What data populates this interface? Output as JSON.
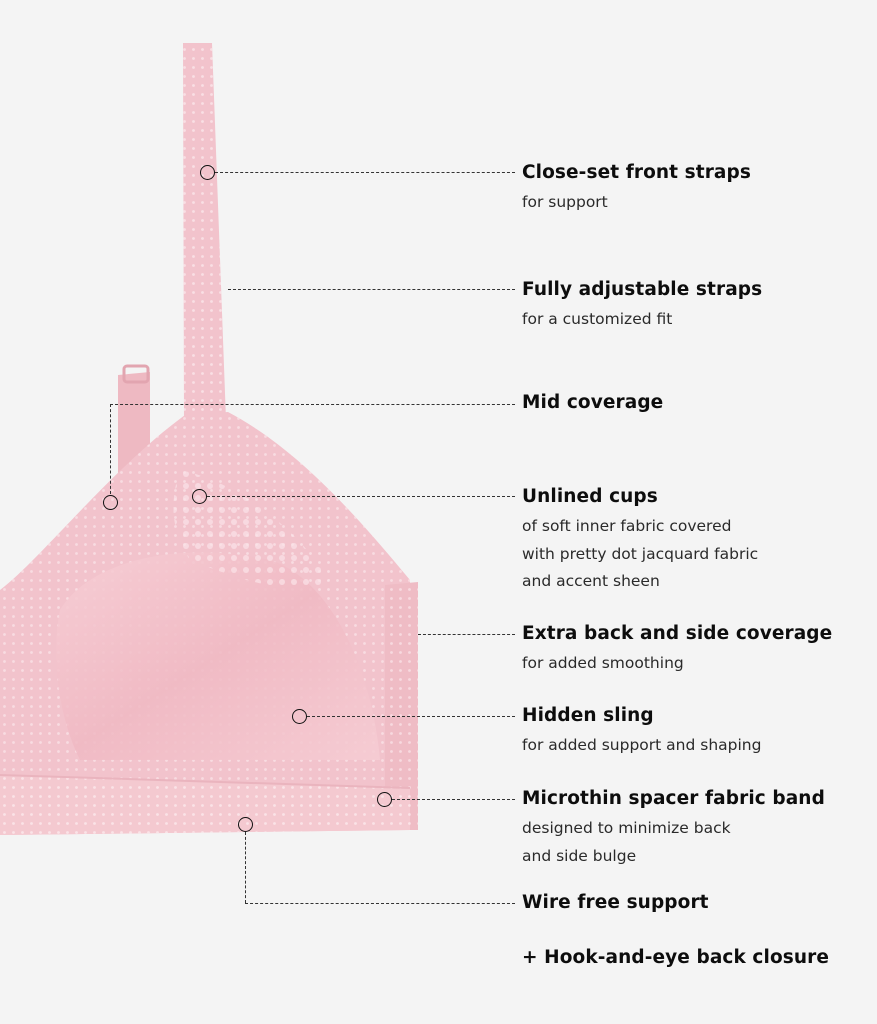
{
  "colors": {
    "background": "#f4f4f4",
    "fabric": "#f2c3cc",
    "fabric_light": "#f8d9de",
    "text": "#111111"
  },
  "product_image": {
    "icon": "bra-illustration-icon"
  },
  "features": [
    {
      "title": "Close-set front straps",
      "description": [
        "for support"
      ]
    },
    {
      "title": "Fully adjustable straps",
      "description": [
        "for a customized fit"
      ]
    },
    {
      "title": "Mid coverage",
      "description": []
    },
    {
      "title": "Unlined cups",
      "description": [
        "of soft inner fabric covered",
        "with pretty dot jacquard fabric",
        "and accent sheen"
      ]
    },
    {
      "title": "Extra back and side coverage",
      "description": [
        "for added smoothing"
      ]
    },
    {
      "title": "Hidden sling",
      "description": [
        "for added support and shaping"
      ]
    },
    {
      "title": "Microthin spacer fabric band",
      "description": [
        "designed to minimize back",
        "and side bulge"
      ]
    },
    {
      "title": "Wire free support",
      "description": []
    },
    {
      "title": "+ Hook-and-eye back closure",
      "description": []
    }
  ]
}
